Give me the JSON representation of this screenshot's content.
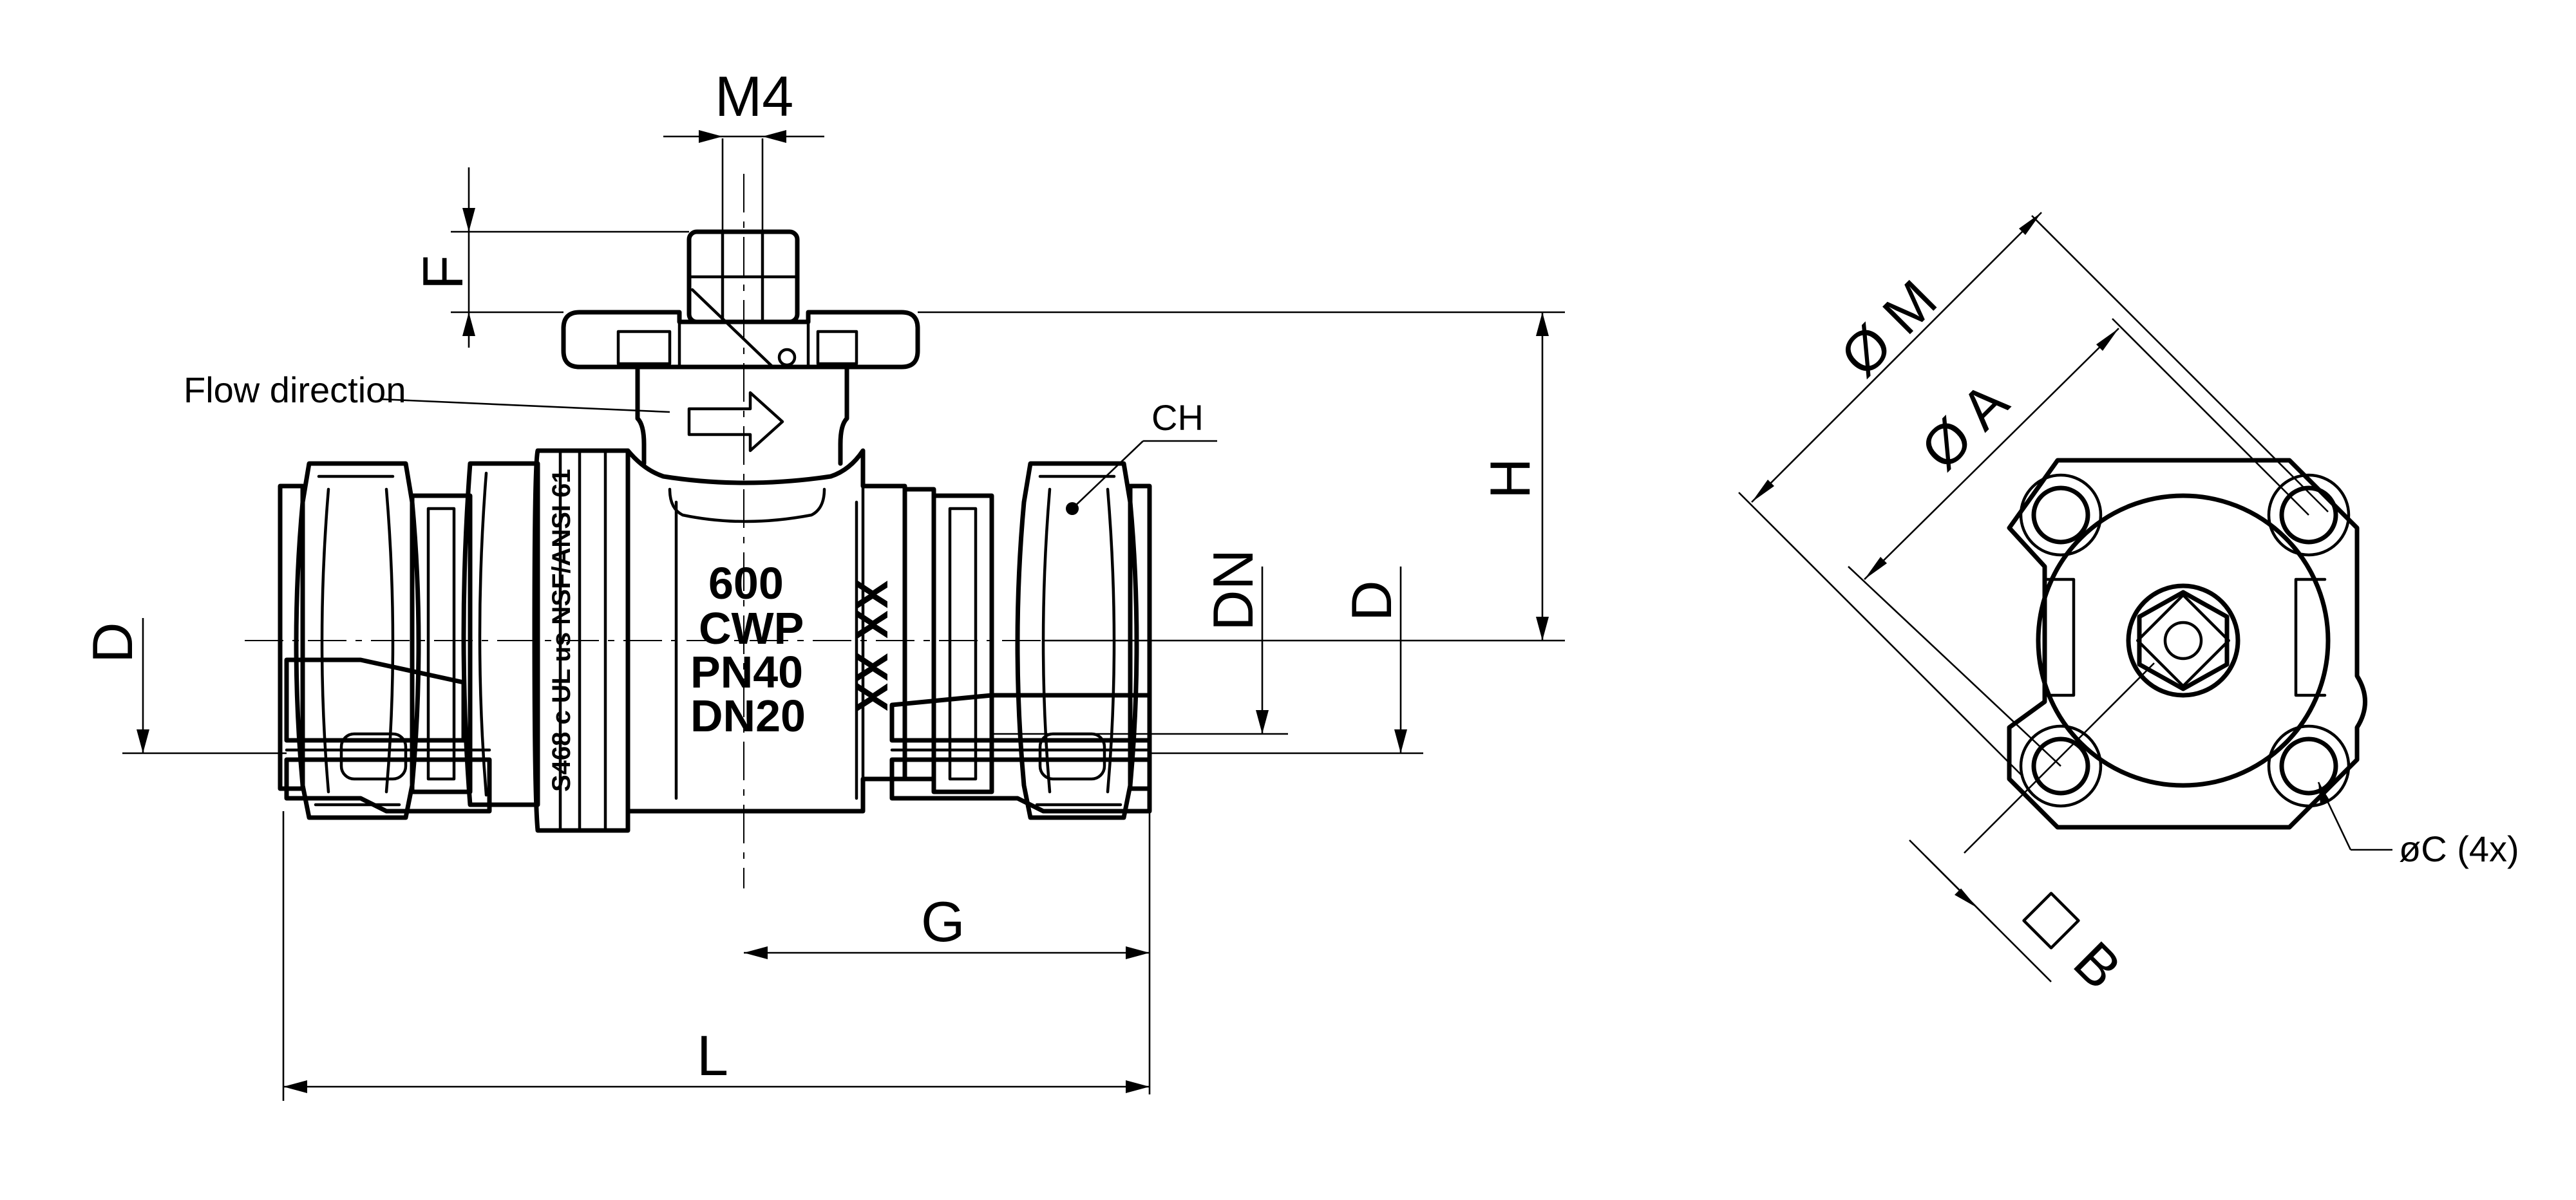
{
  "labels": {
    "m4": "M4",
    "f": "F",
    "h": "H",
    "flow": "Flow direction",
    "ch": "CH",
    "dn": "DN",
    "d_left": "D",
    "d_right": "D",
    "g": "G",
    "l": "L",
    "phi_m": "Ø M",
    "phi_a": "Ø A",
    "b": "B",
    "c": "øC (4x)"
  },
  "body_marking": {
    "line1": "600",
    "line2": "CWP",
    "line3": "PN40",
    "line4": "DN20",
    "side": "XX XX",
    "cert": "S468 c UL us NSF/ANSI 61"
  },
  "colors": {
    "line": "#000000",
    "background": "#ffffff"
  }
}
